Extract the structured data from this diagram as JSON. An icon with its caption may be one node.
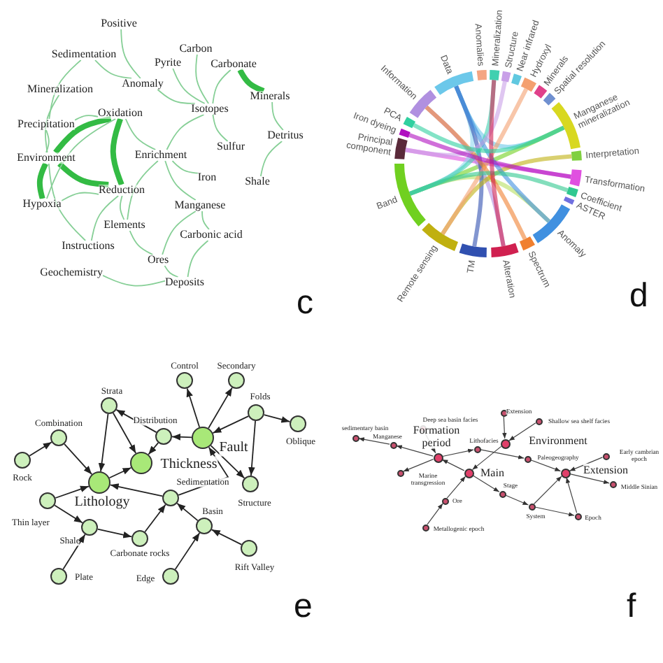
{
  "diagram": {
    "nodes": [
      {
        "text": [
          "Positive"
        ]
      },
      {
        "text": [
          "Sedimentation"
        ]
      },
      {
        "text": [
          "Carbon"
        ]
      },
      {
        "text": [
          "Pyrite"
        ]
      },
      {
        "text": [
          "Carbonate"
        ]
      },
      {
        "text": [
          "Anomaly"
        ]
      },
      {
        "text": [
          "Mineralization"
        ]
      },
      {
        "text": [
          "Minerals"
        ]
      },
      {
        "text": [
          "Oxidation"
        ]
      },
      {
        "text": [
          "Isotopes"
        ]
      },
      {
        "text": [
          "Precipitation"
        ]
      },
      {
        "text": [
          "Detritus"
        ]
      },
      {
        "text": [
          "Sulfur"
        ]
      },
      {
        "text": [
          "Environment"
        ]
      },
      {
        "text": [
          "Enrichment"
        ]
      },
      {
        "text": [
          "Iron"
        ]
      },
      {
        "text": [
          "Shale"
        ]
      },
      {
        "text": [
          "Hypoxia"
        ]
      },
      {
        "text": [
          "Reduction"
        ]
      },
      {
        "text": [
          "Manganese"
        ]
      },
      {
        "text": [
          "Elements"
        ]
      },
      {
        "text": [
          "Carbonic acid"
        ]
      },
      {
        "text": [
          "Instructions"
        ]
      },
      {
        "text": [
          "Ores"
        ]
      },
      {
        "text": [
          "Geochemistry"
        ]
      },
      {
        "text": [
          "Deposits"
        ]
      },
      {
        "text": [
          "Data"
        ]
      },
      {
        "text": [
          "Anomalies"
        ]
      },
      {
        "text": [
          "Mineralization"
        ]
      },
      {
        "text": [
          "Structure"
        ]
      },
      {
        "text": [
          "Near infrared"
        ]
      },
      {
        "text": [
          "Hydroxyl"
        ]
      },
      {
        "text": [
          "Minerals"
        ]
      },
      {
        "text": [
          "Spatial resolution"
        ]
      },
      {
        "text": [
          "Manganese mineralization"
        ]
      },
      {
        "text": [
          "Interpretation"
        ]
      },
      {
        "text": [
          "Transformation"
        ]
      },
      {
        "text": [
          "Coefficient"
        ]
      },
      {
        "text": [
          "ASTER"
        ]
      },
      {
        "text": [
          "Anomaly"
        ]
      },
      {
        "text": [
          "Spectrum"
        ]
      },
      {
        "text": [
          "Alteration"
        ]
      },
      {
        "text": [
          "TM"
        ]
      },
      {
        "text": [
          "Remote sensing"
        ]
      },
      {
        "text": [
          "Band"
        ]
      },
      {
        "text": [
          "Principal component"
        ]
      },
      {
        "text": [
          "Iron dyeing"
        ]
      },
      {
        "text": [
          "PCA"
        ]
      },
      {
        "text": [
          "Information"
        ]
      },
      {
        "text": [
          "Control"
        ]
      },
      {
        "text": [
          "Secondary"
        ]
      },
      {
        "text": [
          "Strata"
        ]
      },
      {
        "text": [
          "Folds"
        ]
      },
      {
        "text": [
          "Combination"
        ]
      },
      {
        "text": [
          "Distribution"
        ]
      },
      {
        "text": [
          "Fault"
        ]
      },
      {
        "text": [
          "Oblique"
        ]
      },
      {
        "text": [
          "Thickness"
        ]
      },
      {
        "text": [
          "Rock"
        ]
      },
      {
        "text": [
          "Lithology"
        ]
      },
      {
        "text": [
          "Sedimentation"
        ]
      },
      {
        "text": [
          "Structure"
        ]
      },
      {
        "text": [
          "Thin layer"
        ]
      },
      {
        "text": [
          "Basin"
        ]
      },
      {
        "text": [
          "Shale"
        ]
      },
      {
        "text": [
          "Carbonate rocks"
        ]
      },
      {
        "text": [
          "Rift Valley"
        ]
      },
      {
        "text": [
          "Plate"
        ]
      },
      {
        "text": [
          "Edge"
        ]
      },
      {
        "text": [
          "sedimentary basin"
        ]
      },
      {
        "text": [
          "Deep sea basin facies"
        ]
      },
      {
        "text": [
          "Manganese"
        ]
      },
      {
        "text": [
          "Formation period"
        ]
      },
      {
        "text": [
          "Lithofacies"
        ]
      },
      {
        "text": [
          "Extension"
        ]
      },
      {
        "text": [
          "Shallow sea shelf facies"
        ]
      },
      {
        "text": [
          "Environment"
        ]
      },
      {
        "text": [
          "Paleogeography"
        ]
      },
      {
        "text": [
          "Early cambrian epoch"
        ]
      },
      {
        "text": [
          "Extension"
        ]
      },
      {
        "text": [
          "Marine transgression"
        ]
      },
      {
        "text": [
          "Main"
        ]
      },
      {
        "text": [
          "Middle Sinian"
        ]
      },
      {
        "text": [
          "Stage"
        ]
      },
      {
        "text": [
          "Ore"
        ]
      },
      {
        "text": [
          "System"
        ]
      },
      {
        "text": [
          "Epoch"
        ]
      },
      {
        "text": [
          "Metallogenic epoch"
        ]
      }
    ],
    "edges": [
      {
        "from": 0,
        "to": 5,
        "arrow": "none"
      },
      {
        "from": 1,
        "to": 5,
        "arrow": "none"
      },
      {
        "from": 1,
        "to": 10,
        "arrow": "none"
      },
      {
        "from": 3,
        "to": 9,
        "arrow": "none"
      },
      {
        "from": 2,
        "to": 9,
        "arrow": "none"
      },
      {
        "from": 4,
        "to": 9,
        "arrow": "none"
      },
      {
        "from": 4,
        "to": 7,
        "arrow": "none",
        "style": "thick",
        "color": "#33bb44"
      },
      {
        "from": 7,
        "to": 11,
        "arrow": "none"
      },
      {
        "from": 11,
        "to": 16,
        "arrow": "none"
      },
      {
        "from": 5,
        "to": 9,
        "arrow": "none"
      },
      {
        "from": 9,
        "to": 12,
        "arrow": "none"
      },
      {
        "from": 9,
        "to": 14,
        "arrow": "none"
      },
      {
        "from": 8,
        "to": 13,
        "arrow": "none",
        "style": "thick",
        "color": "#33bb44"
      },
      {
        "from": 8,
        "to": 18,
        "arrow": "none",
        "style": "thick",
        "color": "#33bb44"
      },
      {
        "from": 13,
        "to": 18,
        "arrow": "none",
        "style": "thick",
        "color": "#33bb44"
      },
      {
        "from": 13,
        "to": 17,
        "arrow": "none",
        "style": "thick",
        "color": "#33bb44"
      },
      {
        "from": 8,
        "to": 10,
        "arrow": "none"
      },
      {
        "from": 13,
        "to": 10,
        "arrow": "none"
      },
      {
        "from": 8,
        "to": 17,
        "arrow": "none"
      },
      {
        "from": 18,
        "to": 17,
        "arrow": "none"
      },
      {
        "from": 14,
        "to": 19,
        "arrow": "none"
      },
      {
        "from": 14,
        "to": 20,
        "arrow": "none"
      },
      {
        "from": 14,
        "to": 15,
        "arrow": "none"
      },
      {
        "from": 19,
        "to": 21,
        "arrow": "none"
      },
      {
        "from": 19,
        "to": 23,
        "arrow": "none"
      },
      {
        "from": 20,
        "to": 23,
        "arrow": "none"
      },
      {
        "from": 18,
        "to": 20,
        "arrow": "none"
      },
      {
        "from": 18,
        "to": 22,
        "arrow": "none"
      },
      {
        "from": 13,
        "to": 22,
        "arrow": "none"
      },
      {
        "from": 21,
        "to": 25,
        "arrow": "none"
      },
      {
        "from": 23,
        "to": 25,
        "arrow": "none"
      },
      {
        "from": 24,
        "to": 25,
        "arrow": "none"
      },
      {
        "from": 6,
        "to": 13,
        "arrow": "none"
      },
      {
        "from": 8,
        "to": 14,
        "arrow": "none"
      },
      {
        "from": 26,
        "to": 34,
        "arrow": "none",
        "style": "thick",
        "color": "#6cc8ea"
      },
      {
        "from": 44,
        "to": 34,
        "arrow": "none",
        "style": "thick",
        "color": "#70d020"
      },
      {
        "from": 45,
        "to": 36,
        "arrow": "none",
        "style": "thick",
        "color": "#e050e0"
      },
      {
        "from": 44,
        "to": 39,
        "arrow": "none",
        "style": "thick",
        "color": "#b8e060"
      },
      {
        "from": 26,
        "to": 44,
        "arrow": "none",
        "style": "thick",
        "color": "#8fd8f0"
      },
      {
        "from": 48,
        "to": 41,
        "arrow": "none",
        "style": "thick",
        "color": "#b090e0"
      },
      {
        "from": 42,
        "to": 26,
        "arrow": "none",
        "style": "thick",
        "color": "#3050b0"
      },
      {
        "from": 43,
        "to": 35,
        "arrow": "none",
        "style": "thick",
        "color": "#c0b010"
      },
      {
        "from": 28,
        "to": 44,
        "arrow": "none",
        "style": "thick",
        "color": "#40d0b0"
      },
      {
        "from": 31,
        "to": 43,
        "arrow": "none",
        "style": "thick",
        "color": "#f4a070"
      },
      {
        "from": 39,
        "to": 26,
        "arrow": "none",
        "style": "thick",
        "color": "#4090e0"
      },
      {
        "from": 40,
        "to": 48,
        "arrow": "none",
        "style": "thick",
        "color": "#f08030"
      },
      {
        "from": 29,
        "to": 45,
        "arrow": "none",
        "style": "thick",
        "color": "#c9a0e8"
      },
      {
        "from": 37,
        "to": 44,
        "arrow": "none",
        "style": "thick",
        "color": "#30c890"
      },
      {
        "from": 41,
        "to": 28,
        "arrow": "none",
        "style": "thick",
        "color": "#d02050"
      },
      {
        "from": 47,
        "to": 34,
        "arrow": "none",
        "style": "thick",
        "color": "#30d0a0"
      },
      {
        "from": 46,
        "to": 36,
        "arrow": "none",
        "style": "thick",
        "color": "#b010c0"
      },
      {
        "from": 58,
        "to": 53,
        "arrow": "to",
        "color": "#222222"
      },
      {
        "from": 53,
        "to": 59,
        "arrow": "to",
        "color": "#222222"
      },
      {
        "from": 51,
        "to": 59,
        "arrow": "to",
        "color": "#222222"
      },
      {
        "from": 51,
        "to": 57,
        "arrow": "to",
        "color": "#222222"
      },
      {
        "from": 54,
        "to": 51,
        "arrow": "to",
        "color": "#222222"
      },
      {
        "from": 59,
        "to": 57,
        "arrow": "to",
        "color": "#222222"
      },
      {
        "from": 54,
        "to": 57,
        "arrow": "to",
        "color": "#222222"
      },
      {
        "from": 55,
        "to": 54,
        "arrow": "to",
        "color": "#222222"
      },
      {
        "from": 55,
        "to": 49,
        "arrow": "to",
        "color": "#222222"
      },
      {
        "from": 55,
        "to": 50,
        "arrow": "to",
        "color": "#222222"
      },
      {
        "from": 52,
        "to": 55,
        "arrow": "to",
        "color": "#222222"
      },
      {
        "from": 52,
        "to": 56,
        "arrow": "to",
        "color": "#222222"
      },
      {
        "from": 52,
        "to": 61,
        "arrow": "to",
        "color": "#222222"
      },
      {
        "from": 55,
        "to": 61,
        "arrow": "to",
        "color": "#222222"
      },
      {
        "from": 60,
        "to": 55,
        "arrow": "to",
        "color": "#222222"
      },
      {
        "from": 60,
        "to": 59,
        "arrow": "to",
        "color": "#222222"
      },
      {
        "from": 62,
        "to": 59,
        "arrow": "to",
        "color": "#222222"
      },
      {
        "from": 62,
        "to": 64,
        "arrow": "to",
        "color": "#222222"
      },
      {
        "from": 64,
        "to": 65,
        "arrow": "to",
        "color": "#222222"
      },
      {
        "from": 65,
        "to": 60,
        "arrow": "to",
        "color": "#222222"
      },
      {
        "from": 67,
        "to": 64,
        "arrow": "to",
        "color": "#222222"
      },
      {
        "from": 63,
        "to": 60,
        "arrow": "to",
        "color": "#222222"
      },
      {
        "from": 68,
        "to": 63,
        "arrow": "to",
        "color": "#222222"
      },
      {
        "from": 66,
        "to": 63,
        "arrow": "to",
        "color": "#222222"
      },
      {
        "from": 71,
        "to": 69,
        "arrow": "to",
        "color": "#444444"
      },
      {
        "from": 72,
        "to": 71,
        "arrow": "to",
        "color": "#444444"
      },
      {
        "from": 70,
        "to": 72,
        "arrow": "to",
        "color": "#444444"
      },
      {
        "from": 72,
        "to": 80,
        "arrow": "to",
        "color": "#444444"
      },
      {
        "from": 72,
        "to": 73,
        "arrow": "to",
        "color": "#444444"
      },
      {
        "from": 81,
        "to": 72,
        "arrow": "to",
        "color": "#444444"
      },
      {
        "from": 74,
        "to": 76,
        "arrow": "to",
        "color": "#444444"
      },
      {
        "from": 75,
        "to": 76,
        "arrow": "to",
        "color": "#444444"
      },
      {
        "from": 76,
        "to": 81,
        "arrow": "to",
        "color": "#444444"
      },
      {
        "from": 73,
        "to": 77,
        "arrow": "to",
        "color": "#444444"
      },
      {
        "from": 77,
        "to": 79,
        "arrow": "to",
        "color": "#444444"
      },
      {
        "from": 78,
        "to": 79,
        "arrow": "to",
        "color": "#444444"
      },
      {
        "from": 79,
        "to": 82,
        "arrow": "to",
        "color": "#444444"
      },
      {
        "from": 81,
        "to": 83,
        "arrow": "to",
        "color": "#444444"
      },
      {
        "from": 83,
        "to": 85,
        "arrow": "to",
        "color": "#444444"
      },
      {
        "from": 85,
        "to": 79,
        "arrow": "to",
        "color": "#444444"
      },
      {
        "from": 86,
        "to": 79,
        "arrow": "to",
        "color": "#444444"
      },
      {
        "from": 85,
        "to": 86,
        "arrow": "to",
        "color": "#444444"
      },
      {
        "from": 84,
        "to": 81,
        "arrow": "to",
        "color": "#444444"
      },
      {
        "from": 87,
        "to": 84,
        "arrow": "to",
        "color": "#444444"
      }
    ],
    "labels": [
      "c",
      "d",
      "e",
      "f"
    ]
  }
}
